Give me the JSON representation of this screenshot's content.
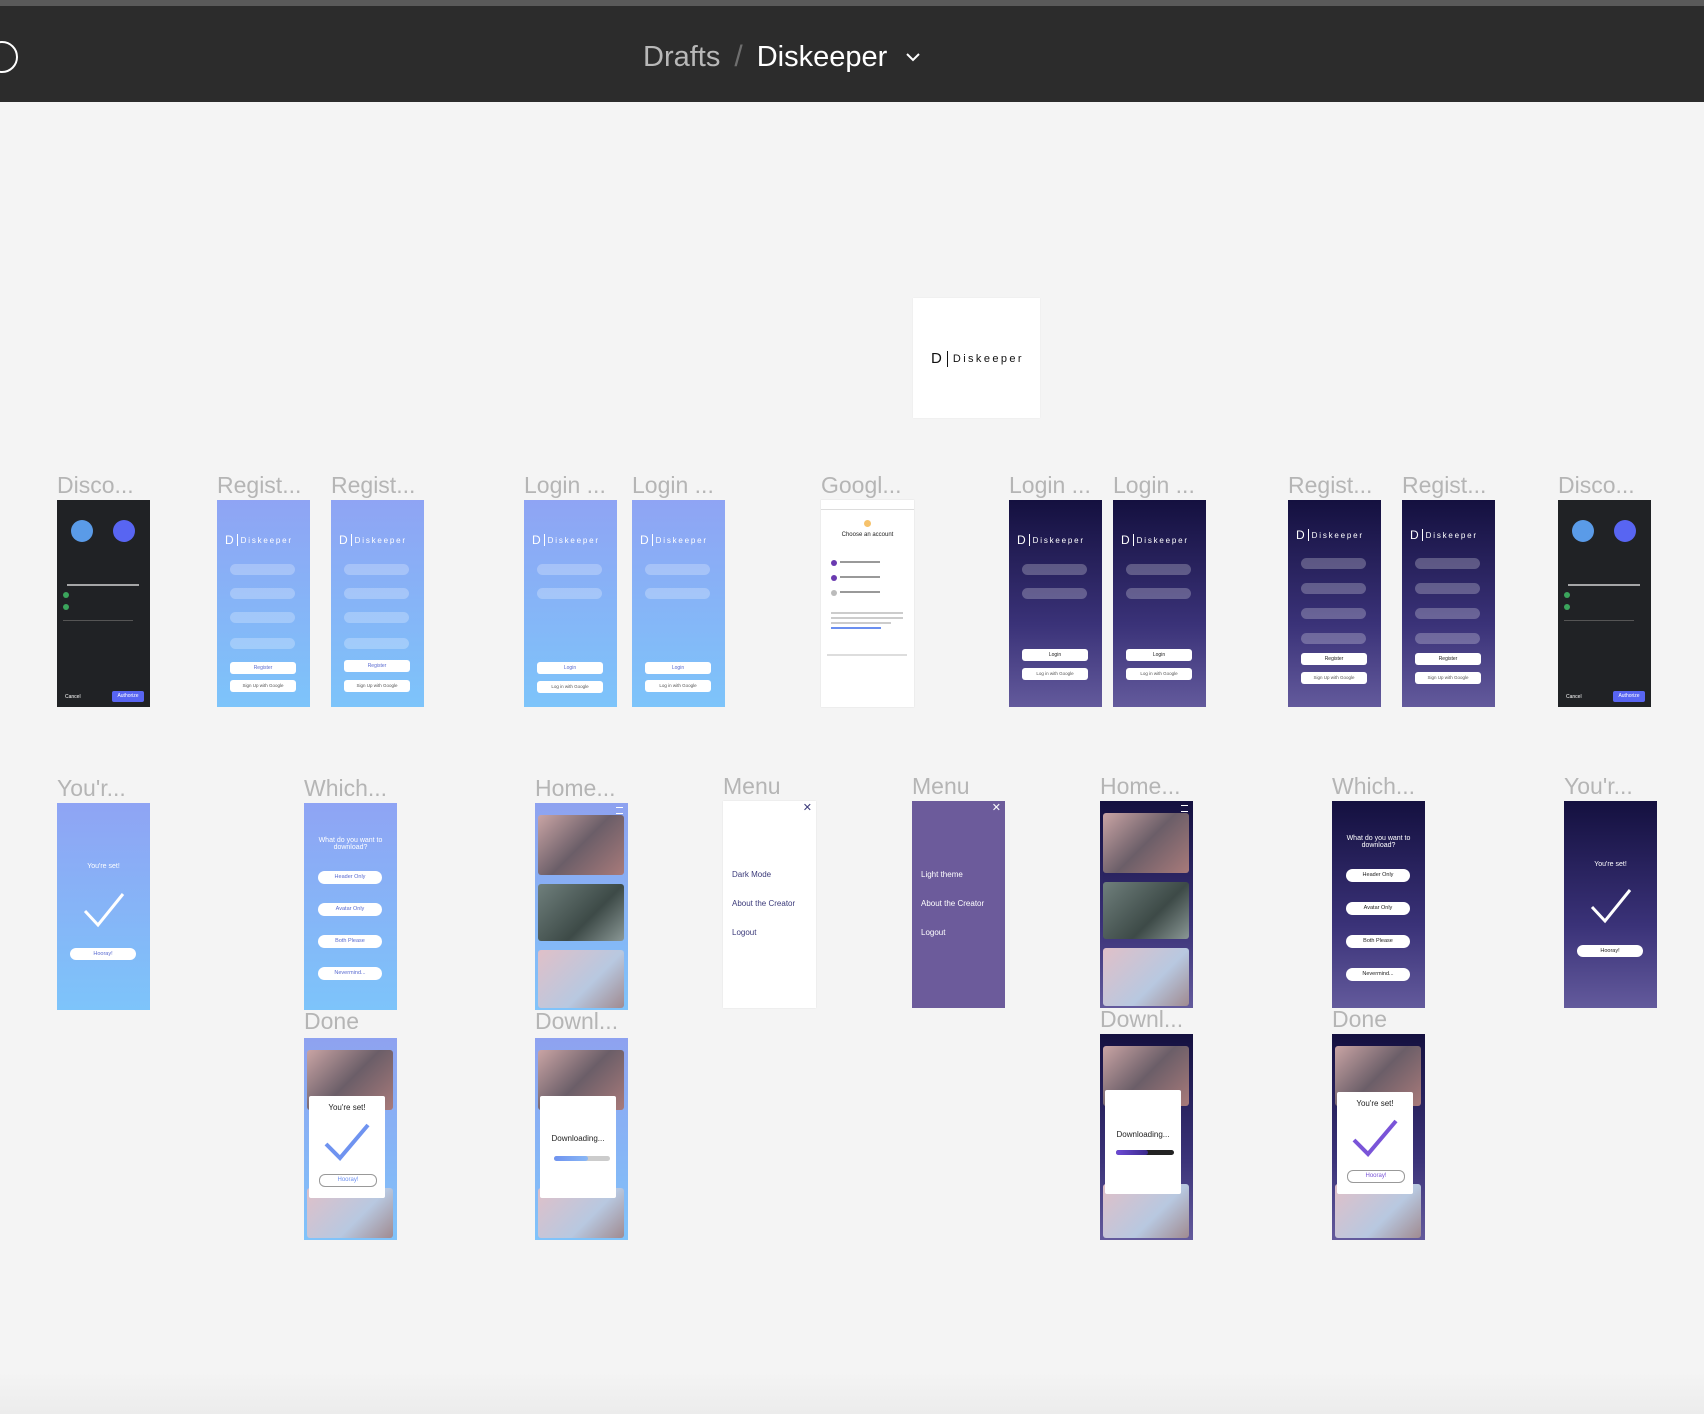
{
  "breadcrumb": {
    "parent": "Drafts",
    "separator": "/",
    "current": "Diskeeper"
  },
  "logo": {
    "letter": "D",
    "word": "Diskeeper"
  },
  "frames_row1": [
    {
      "label": "Disco..."
    },
    {
      "label": "Regist..."
    },
    {
      "label": "Regist..."
    },
    {
      "label": "Login ..."
    },
    {
      "label": "Login ..."
    },
    {
      "label": "Googl..."
    },
    {
      "label": "Login ..."
    },
    {
      "label": "Login ..."
    },
    {
      "label": "Regist..."
    },
    {
      "label": "Regist..."
    },
    {
      "label": "Disco..."
    }
  ],
  "frames_row2": [
    {
      "label": "You'r..."
    },
    {
      "label": "Which..."
    },
    {
      "label": "Home..."
    },
    {
      "label": "Menu"
    },
    {
      "label": "Menu"
    },
    {
      "label": "Home..."
    },
    {
      "label": "Which..."
    },
    {
      "label": "You'r..."
    }
  ],
  "frames_row3": [
    {
      "label": "Done"
    },
    {
      "label": "Downl..."
    },
    {
      "label": "Downl..."
    },
    {
      "label": "Done"
    }
  ],
  "mini": {
    "login": "Login",
    "register": "Register",
    "google_login": "Log in with Google",
    "google_signup": "Sign Up with Google",
    "youre_set": "You're set!",
    "hooray": "Hooray!",
    "question": "What do you want to download?",
    "opt1": "Header Only",
    "opt2": "Avatar Only",
    "opt3": "Both Please",
    "opt4": "Nevermind...",
    "downloading": "Downloading...",
    "dark_mode": "Dark Mode",
    "light_theme": "Light theme",
    "about": "About the Creator",
    "logout": "Logout",
    "choose_account": "Choose an account",
    "cancel": "Cancel",
    "authorize": "Authorize"
  },
  "colors": {
    "topbar": "#2c2c2c",
    "canvas": "#f4f4f4",
    "accent_light": "#8fa4f4",
    "accent_dark": "#14103f"
  }
}
